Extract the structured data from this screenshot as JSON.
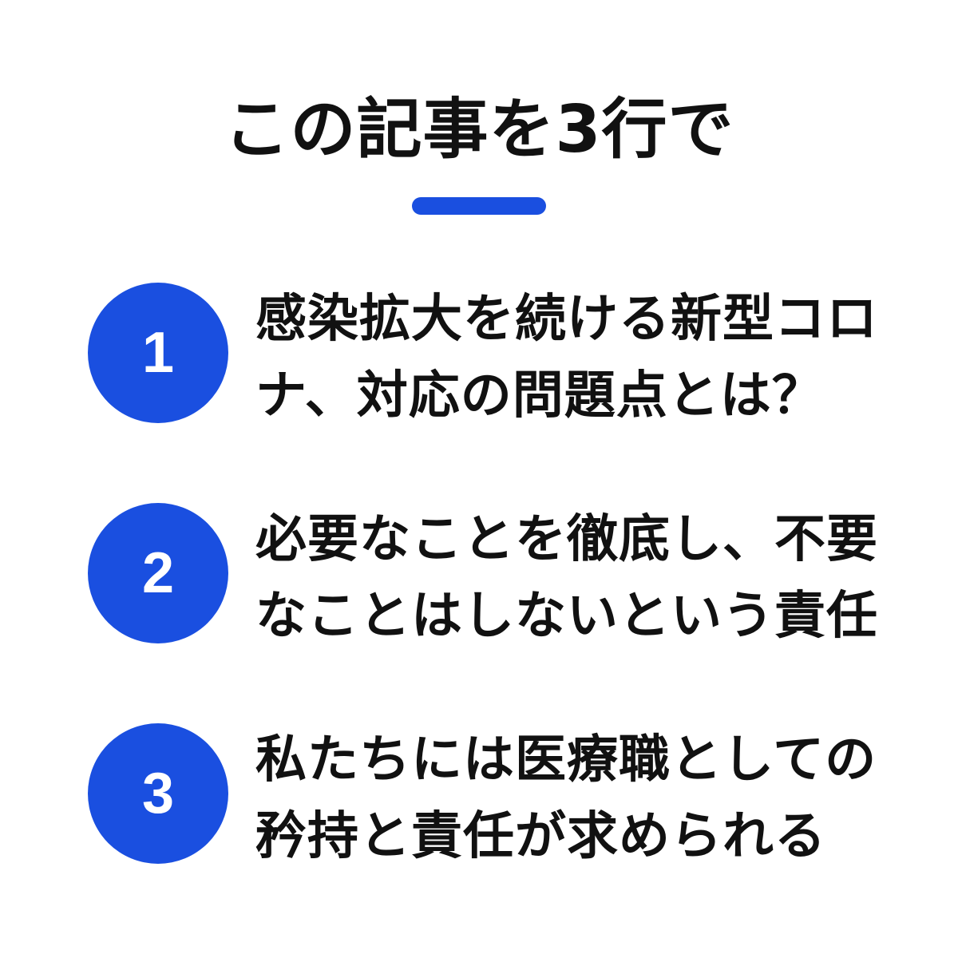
{
  "colors": {
    "accent": "#1a4fe0",
    "text": "#111111",
    "background": "#ffffff"
  },
  "title": "この記事を3行で",
  "items": [
    {
      "number": "1",
      "lines": [
        "感染拡大を続ける新型コロ",
        "ナ、対応の問題点とは？"
      ]
    },
    {
      "number": "2",
      "lines": [
        "必要なことを徹底し、不要",
        "なことはしないという責任"
      ]
    },
    {
      "number": "3",
      "lines": [
        "私たちには医療職としての",
        "矜持と責任が求められる"
      ]
    }
  ]
}
